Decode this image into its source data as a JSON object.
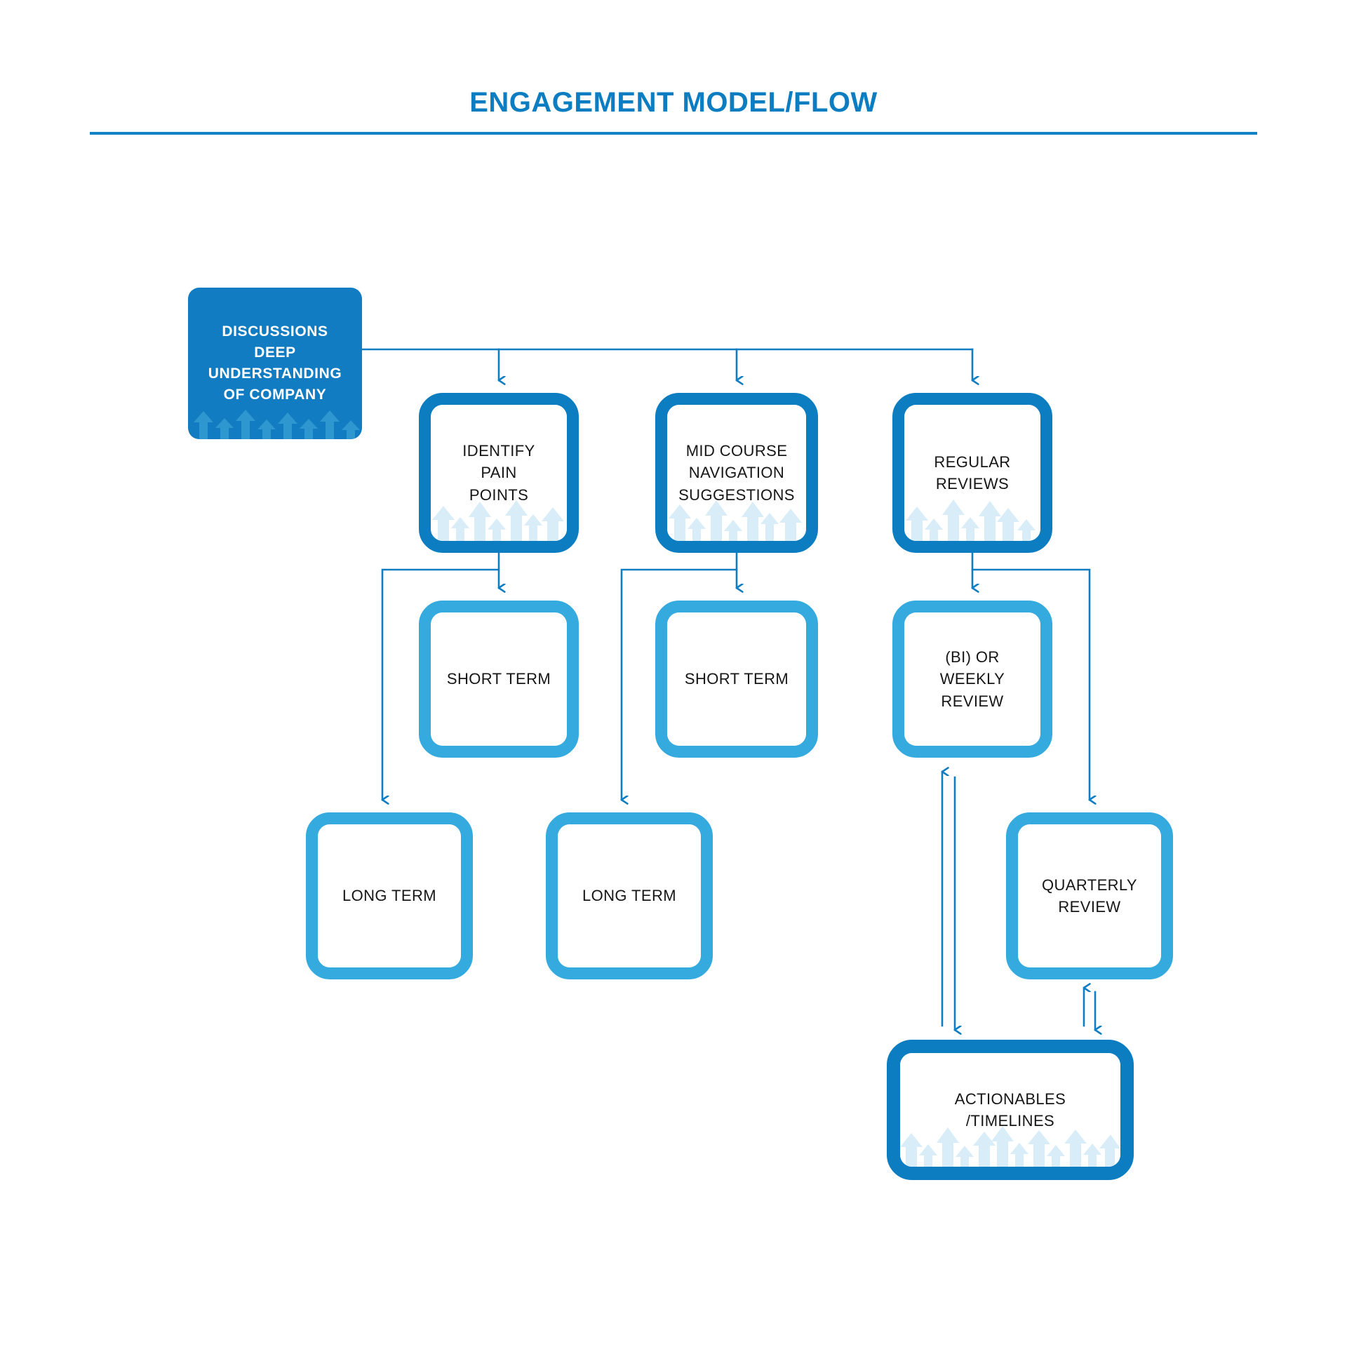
{
  "header": {
    "title": "ENGAGEMENT MODEL/FLOW"
  },
  "colors": {
    "brand_blue": "#0C7DC0",
    "title_blue": "#0C7DC0",
    "node_fill_blue": "#117CC1",
    "light_blue_border": "#34AADE",
    "dark_blue_border": "#0C7DC0",
    "connector_blue": "#0E7DC2",
    "decor_arrow_blue": "#D9EDF8",
    "text_dark": "#161616",
    "text_light": "#FFFFFF"
  },
  "diagram": {
    "type": "flowchart",
    "nodes": [
      {
        "id": "root",
        "label": "DISCUSSIONS\nDEEP\nUNDERSTANDING\nOF COMPANY",
        "style": "solid",
        "has_decor_arrows": true
      },
      {
        "id": "pain",
        "label": "IDENTIFY\nPAIN\nPOINTS",
        "style": "outline-dark",
        "has_decor_arrows": true
      },
      {
        "id": "midcourse",
        "label": "MID COURSE\nNAVIGATION\nSUGGESTIONS",
        "style": "outline-dark",
        "has_decor_arrows": true
      },
      {
        "id": "regular",
        "label": "REGULAR\nREVIEWS",
        "style": "outline-dark",
        "has_decor_arrows": true
      },
      {
        "id": "short1",
        "label": "SHORT TERM",
        "style": "outline-light",
        "has_decor_arrows": false
      },
      {
        "id": "short2",
        "label": "SHORT TERM",
        "style": "outline-light",
        "has_decor_arrows": false
      },
      {
        "id": "biweekly",
        "label": "(BI) OR\nWEEKLY\nREVIEW",
        "style": "outline-light",
        "has_decor_arrows": false
      },
      {
        "id": "long1",
        "label": "LONG TERM",
        "style": "outline-light",
        "has_decor_arrows": false
      },
      {
        "id": "long2",
        "label": "LONG TERM",
        "style": "outline-light",
        "has_decor_arrows": false
      },
      {
        "id": "quarterly",
        "label": "QUARTERLY\nREVIEW",
        "style": "outline-light",
        "has_decor_arrows": false
      },
      {
        "id": "actionables",
        "label": "ACTIONABLES\n/TIMELINES",
        "style": "outline-dark",
        "has_decor_arrows": true
      }
    ],
    "edges": [
      {
        "from": "root",
        "to": "pain",
        "kind": "arrow"
      },
      {
        "from": "root",
        "to": "midcourse",
        "kind": "arrow"
      },
      {
        "from": "root",
        "to": "regular",
        "kind": "arrow"
      },
      {
        "from": "pain",
        "to": "short1",
        "kind": "arrow"
      },
      {
        "from": "pain",
        "to": "long1",
        "kind": "arrow"
      },
      {
        "from": "midcourse",
        "to": "short2",
        "kind": "arrow"
      },
      {
        "from": "midcourse",
        "to": "long2",
        "kind": "arrow"
      },
      {
        "from": "regular",
        "to": "biweekly",
        "kind": "arrow"
      },
      {
        "from": "regular",
        "to": "quarterly",
        "kind": "arrow"
      },
      {
        "from": "biweekly",
        "to": "actionables",
        "kind": "double-arrow"
      },
      {
        "from": "quarterly",
        "to": "actionables",
        "kind": "double-arrow"
      }
    ]
  }
}
